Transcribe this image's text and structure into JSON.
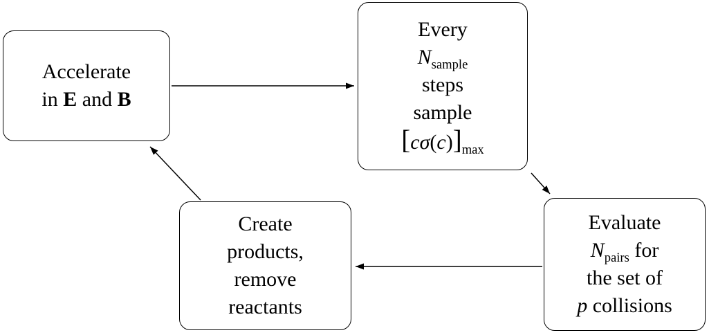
{
  "diagram": {
    "colors": {
      "stroke": "#000000",
      "background": "#ffffff",
      "text": "#000000"
    },
    "nodes": {
      "accelerate": {
        "line1": "Accelerate",
        "line2_parts": [
          "in ",
          "E",
          " and ",
          "B"
        ]
      },
      "sample": {
        "line1": "Every",
        "n": "N",
        "n_sub": "sample",
        "line3": "steps",
        "line4": "sample",
        "expr_parts": [
          "[",
          "cσ",
          "(",
          "c",
          ")",
          "]",
          "max"
        ]
      },
      "evaluate": {
        "line1": "Evaluate",
        "n": "N",
        "n_sub": "pairs",
        "n_after": " for",
        "line3": "the set of",
        "p": "p",
        "p_after": " collisions"
      },
      "create": {
        "line1": "Create",
        "line2": "products,",
        "line3": "remove",
        "line4": "reactants"
      }
    },
    "edges": [
      {
        "from": "accelerate",
        "to": "sample"
      },
      {
        "from": "sample",
        "to": "evaluate"
      },
      {
        "from": "evaluate",
        "to": "create"
      },
      {
        "from": "create",
        "to": "accelerate"
      }
    ]
  }
}
